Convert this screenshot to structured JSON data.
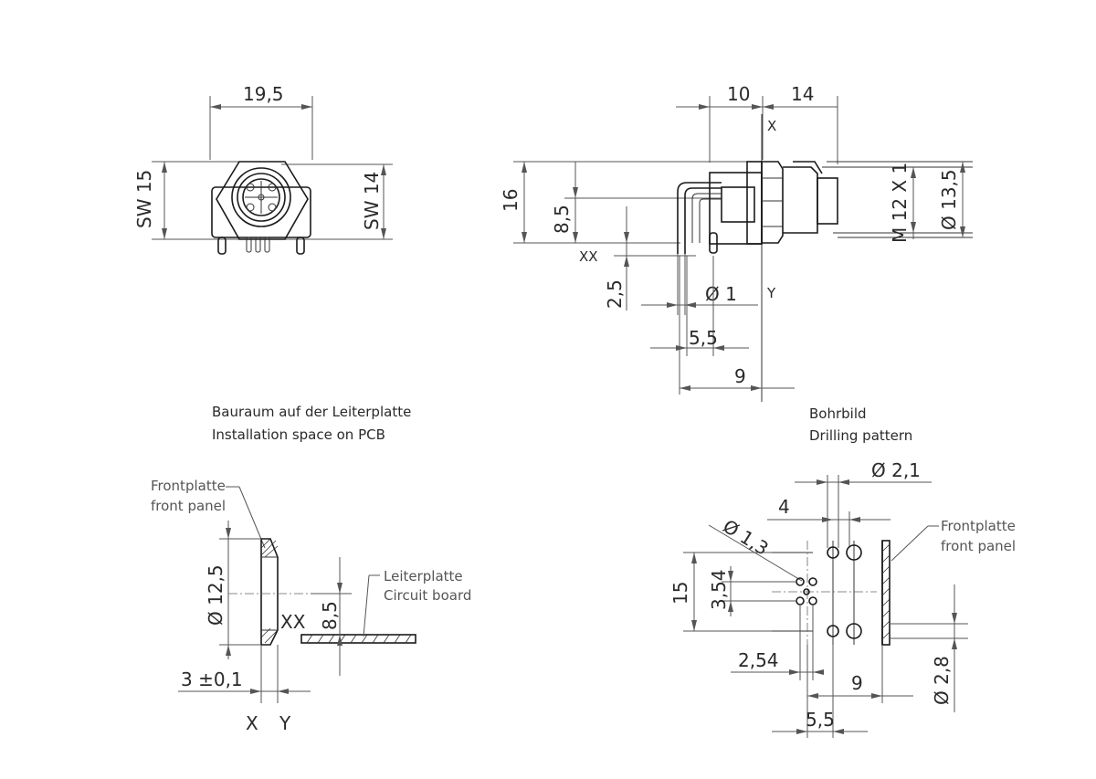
{
  "view_front": {
    "dim_width": "19,5",
    "dim_sw_left": "SW 15",
    "dim_sw_right": "SW 14"
  },
  "view_side": {
    "dim_10": "10",
    "dim_14": "14",
    "label_x": "X",
    "label_y": "Y",
    "dim_16": "16",
    "dim_8_5": "8,5",
    "label_xx": "XX",
    "dim_2_5": "2,5",
    "dim_pin": "Ø 1",
    "dim_5_5": "5,5",
    "dim_9": "9",
    "dim_thread": "M 12 X 1",
    "dim_13_5": "Ø 13,5"
  },
  "install": {
    "title_de": "Bauraum auf der Leiterplatte",
    "title_en": "Installation space on PCB",
    "front_de": "Frontplatte",
    "front_en": "front panel",
    "pcb_de": "Leiterplatte",
    "pcb_en": "Circuit board",
    "dim_12_5": "Ø 12,5",
    "label_xx": "XX",
    "dim_8_5": "8,5",
    "dim_3": "3 ±0,1",
    "label_x": "X",
    "label_y": "Y"
  },
  "drill": {
    "title_de": "Bohrbild",
    "title_en": "Drilling pattern",
    "dim_2_1": "Ø 2,1",
    "dim_4": "4",
    "dim_1_3": "Ø 1,3",
    "front_de": "Frontplatte",
    "front_en": "front panel",
    "dim_15": "15",
    "dim_3_54": "3,54",
    "dim_2_54": "2,54",
    "dim_9": "9",
    "dim_2_8": "Ø 2,8",
    "dim_5_5": "5,5"
  }
}
